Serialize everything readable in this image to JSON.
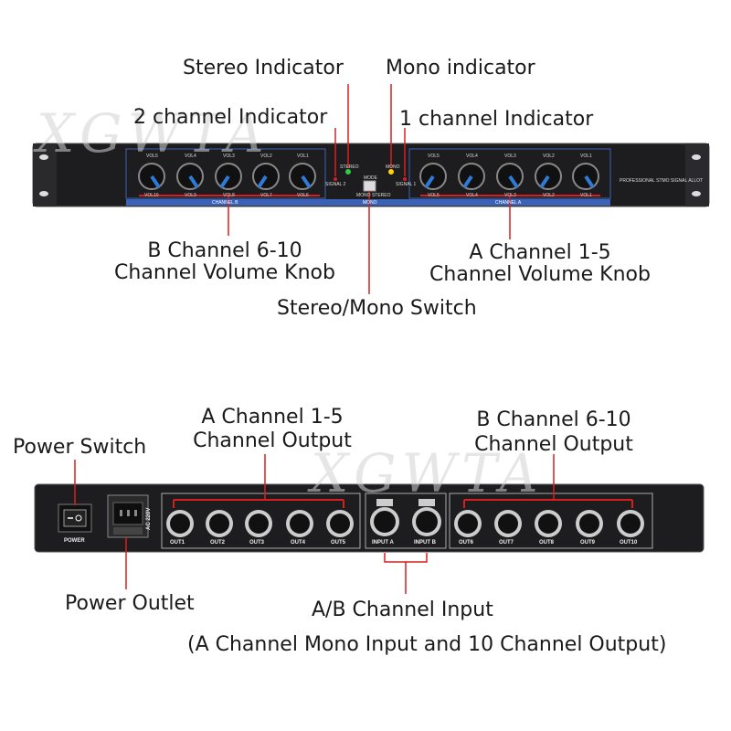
{
  "watermark": "XGWTA",
  "front_panel": {
    "labels": {
      "stereo_indicator": "Stereo Indicator",
      "mono_indicator": "Mono indicator",
      "two_channel_indicator": "2 channel Indicator",
      "one_channel_indicator": "1 channel Indicator",
      "b_channel_knob_line1": "B Channel 6-10",
      "b_channel_knob_line2": "Channel Volume Knob",
      "a_channel_knob_line1": "A Channel 1-5",
      "a_channel_knob_line2": "Channel Volume Knob",
      "stereo_mono_switch": "Stereo/Mono Switch"
    },
    "device_text": {
      "left_knobs_top": [
        "VOL5",
        "VOL4",
        "VOL3",
        "VOL2",
        "VOL1"
      ],
      "left_knobs_bottom": [
        "VOL10",
        "VOL9",
        "VOL8",
        "VOL7",
        "VOL6"
      ],
      "right_knobs_top": [
        "VOL5",
        "VOL4",
        "VOL3",
        "VOL2",
        "VOL1"
      ],
      "right_knobs_bottom": [
        "VOL5",
        "VOL4",
        "VOL3",
        "VOL2",
        "VOL1"
      ],
      "signal2": "SIGNAL 2",
      "signal1": "SIGNAL 1",
      "stereo": "STEREO",
      "mono": "MONO",
      "mode": "MODE",
      "mono_stereo": "MONO STEREO",
      "channel_b": "CHANNEL B",
      "mono_bar": "MONO",
      "channel_a": "CHANNEL A",
      "brand_text": "PROFESSIONAL STMO SIGNAL ALLOT"
    }
  },
  "rear_panel": {
    "labels": {
      "power_switch": "Power Switch",
      "a_output_line1": "A Channel 1-5",
      "a_output_line2": "Channel Output",
      "b_output_line1": "B Channel 6-10",
      "b_output_line2": "Channel Output",
      "power_outlet": "Power Outlet",
      "ab_input": "A/B Channel Input",
      "ab_input_note": "(A Channel Mono Input and 10 Channel Output)"
    },
    "device_text": {
      "power": "POWER",
      "ac": "AC 220V",
      "outputs": [
        "OUT1",
        "OUT2",
        "OUT3",
        "OUT4",
        "OUT5",
        "OUT6",
        "OUT7",
        "OUT8",
        "OUT9",
        "OUT10"
      ],
      "input_a": "INPUT A",
      "input_b": "INPUT B"
    }
  },
  "colors": {
    "callout_red": "#d62020",
    "chassis": "#1d1d1f",
    "knob_blue": "#2e7ad6",
    "strip_blue": "#3a63b8"
  }
}
